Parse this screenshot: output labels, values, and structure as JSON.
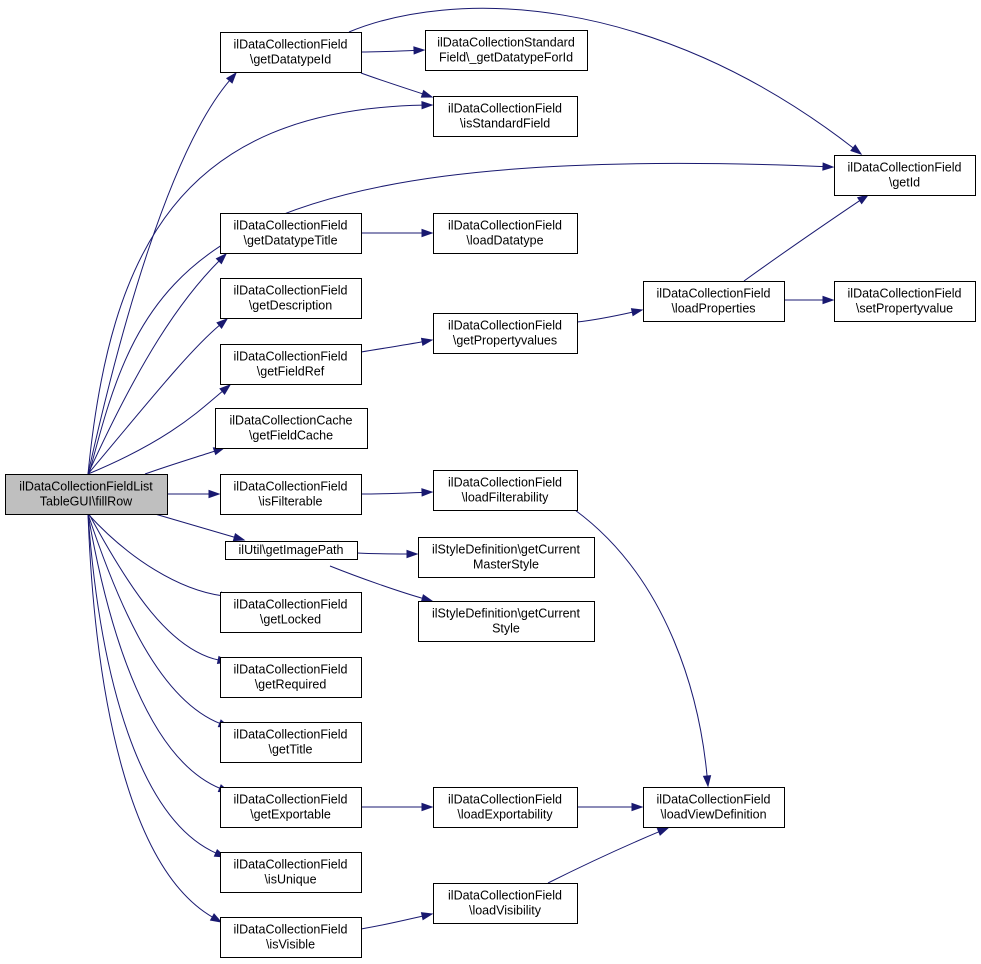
{
  "diagram": {
    "nodes": [
      {
        "id": "fillRow",
        "root": true,
        "lines": [
          "ilDataCollectionFieldList",
          "TableGUI\\fillRow"
        ]
      },
      {
        "id": "getDatatypeId",
        "lines": [
          "ilDataCollectionField",
          "\\getDatatypeId"
        ]
      },
      {
        "id": "stdGetDatatypeForId",
        "lines": [
          "ilDataCollectionStandard",
          "Field\\_getDatatypeForId"
        ]
      },
      {
        "id": "isStandardField",
        "lines": [
          "ilDataCollectionField",
          "\\isStandardField"
        ]
      },
      {
        "id": "getId",
        "lines": [
          "ilDataCollectionField",
          "\\getId"
        ]
      },
      {
        "id": "getDatatypeTitle",
        "lines": [
          "ilDataCollectionField",
          "\\getDatatypeTitle"
        ]
      },
      {
        "id": "loadDatatype",
        "lines": [
          "ilDataCollectionField",
          "\\loadDatatype"
        ]
      },
      {
        "id": "getDescription",
        "lines": [
          "ilDataCollectionField",
          "\\getDescription"
        ]
      },
      {
        "id": "loadProperties",
        "lines": [
          "ilDataCollectionField",
          "\\loadProperties"
        ]
      },
      {
        "id": "setPropertyvalue",
        "lines": [
          "ilDataCollectionField",
          "\\setPropertyvalue"
        ]
      },
      {
        "id": "getFieldRef",
        "lines": [
          "ilDataCollectionField",
          "\\getFieldRef"
        ]
      },
      {
        "id": "getPropertyvalues",
        "lines": [
          "ilDataCollectionField",
          "\\getPropertyvalues"
        ]
      },
      {
        "id": "getFieldCache",
        "lines": [
          "ilDataCollectionCache",
          "\\getFieldCache"
        ]
      },
      {
        "id": "isFilterable",
        "lines": [
          "ilDataCollectionField",
          "\\isFilterable"
        ]
      },
      {
        "id": "loadFilterability",
        "lines": [
          "ilDataCollectionField",
          "\\loadFilterability"
        ]
      },
      {
        "id": "getImagePath",
        "lines": [
          "ilUtil\\getImagePath"
        ]
      },
      {
        "id": "getCurrentMasterStyle",
        "lines": [
          "ilStyleDefinition\\getCurrent",
          "MasterStyle"
        ]
      },
      {
        "id": "getCurrentStyle",
        "lines": [
          "ilStyleDefinition\\getCurrent",
          "Style"
        ]
      },
      {
        "id": "getLocked",
        "lines": [
          "ilDataCollectionField",
          "\\getLocked"
        ]
      },
      {
        "id": "getRequired",
        "lines": [
          "ilDataCollectionField",
          "\\getRequired"
        ]
      },
      {
        "id": "getTitle",
        "lines": [
          "ilDataCollectionField",
          "\\getTitle"
        ]
      },
      {
        "id": "getExportable",
        "lines": [
          "ilDataCollectionField",
          "\\getExportable"
        ]
      },
      {
        "id": "loadExportability",
        "lines": [
          "ilDataCollectionField",
          "\\loadExportability"
        ]
      },
      {
        "id": "loadViewDefinition",
        "lines": [
          "ilDataCollectionField",
          "\\loadViewDefinition"
        ]
      },
      {
        "id": "isUnique",
        "lines": [
          "ilDataCollectionField",
          "\\isUnique"
        ]
      },
      {
        "id": "loadVisibility",
        "lines": [
          "ilDataCollectionField",
          "\\loadVisibility"
        ]
      },
      {
        "id": "isVisible",
        "lines": [
          "ilDataCollectionField",
          "\\isVisible"
        ]
      }
    ],
    "edges": [
      {
        "from": "fillRow",
        "to": "getDatatypeId"
      },
      {
        "from": "fillRow",
        "to": "isStandardField"
      },
      {
        "from": "fillRow",
        "to": "getId"
      },
      {
        "from": "fillRow",
        "to": "getDatatypeTitle"
      },
      {
        "from": "fillRow",
        "to": "getDescription"
      },
      {
        "from": "fillRow",
        "to": "getFieldRef"
      },
      {
        "from": "fillRow",
        "to": "getFieldCache"
      },
      {
        "from": "fillRow",
        "to": "isFilterable"
      },
      {
        "from": "fillRow",
        "to": "getImagePath"
      },
      {
        "from": "fillRow",
        "to": "getLocked"
      },
      {
        "from": "fillRow",
        "to": "getRequired"
      },
      {
        "from": "fillRow",
        "to": "getTitle"
      },
      {
        "from": "fillRow",
        "to": "getExportable"
      },
      {
        "from": "fillRow",
        "to": "isUnique"
      },
      {
        "from": "fillRow",
        "to": "isVisible"
      },
      {
        "from": "getDatatypeId",
        "to": "stdGetDatatypeForId"
      },
      {
        "from": "getDatatypeId",
        "to": "isStandardField"
      },
      {
        "from": "getDatatypeId",
        "to": "getId"
      },
      {
        "from": "getDatatypeTitle",
        "to": "loadDatatype"
      },
      {
        "from": "getFieldRef",
        "to": "getPropertyvalues"
      },
      {
        "from": "getPropertyvalues",
        "to": "loadProperties"
      },
      {
        "from": "loadProperties",
        "to": "getId"
      },
      {
        "from": "loadProperties",
        "to": "setPropertyvalue"
      },
      {
        "from": "isFilterable",
        "to": "loadFilterability"
      },
      {
        "from": "loadFilterability",
        "to": "loadViewDefinition"
      },
      {
        "from": "getImagePath",
        "to": "getCurrentMasterStyle"
      },
      {
        "from": "getImagePath",
        "to": "getCurrentStyle"
      },
      {
        "from": "getExportable",
        "to": "loadExportability"
      },
      {
        "from": "loadExportability",
        "to": "loadViewDefinition"
      },
      {
        "from": "isVisible",
        "to": "loadVisibility"
      },
      {
        "from": "loadVisibility",
        "to": "loadViewDefinition"
      }
    ],
    "colors": {
      "edge": "#191970",
      "root_fill": "#bfbfbf",
      "node_fill": "#ffffff",
      "node_border": "#000000"
    }
  }
}
